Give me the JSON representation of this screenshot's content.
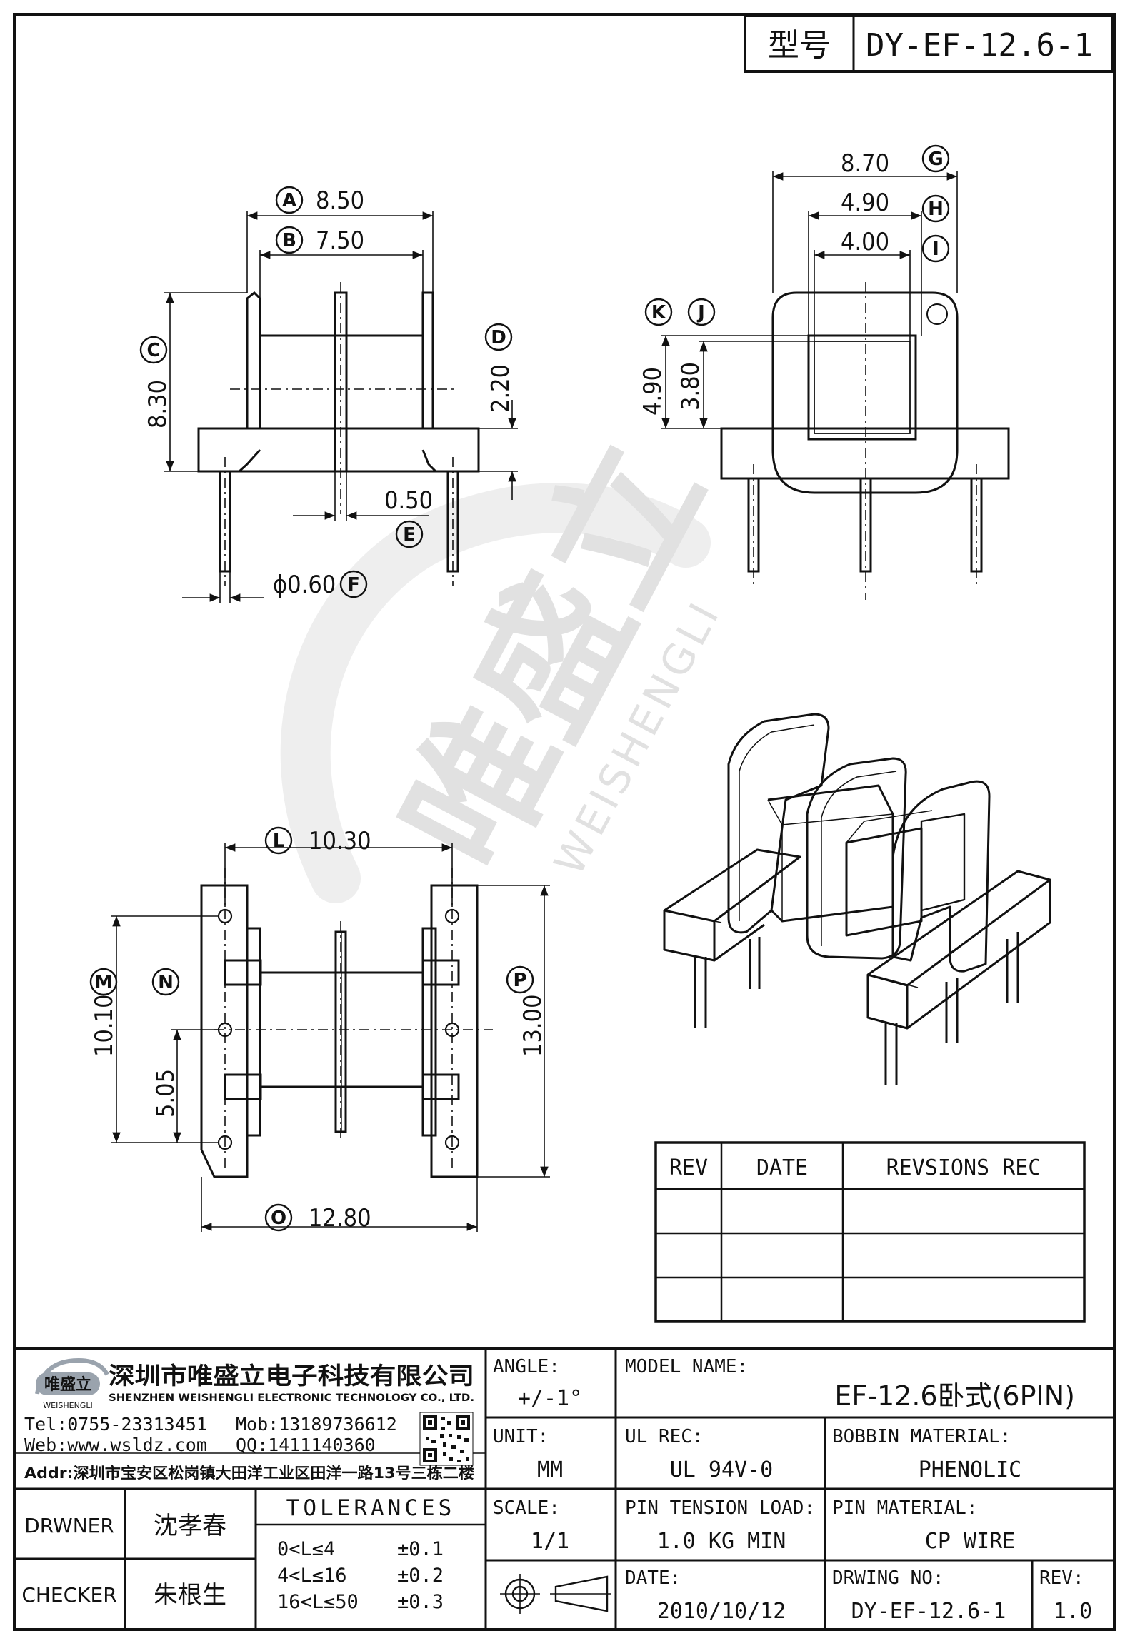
{
  "header": {
    "model_label": "型号",
    "model_value": "DY-EF-12.6-1"
  },
  "dimensions": {
    "A": {
      "balloon": "A",
      "value": "8.50"
    },
    "B": {
      "balloon": "B",
      "value": "7.50"
    },
    "C": {
      "balloon": "C",
      "value": "8.30"
    },
    "D": {
      "balloon": "D",
      "value": "2.20"
    },
    "E": {
      "balloon": "E",
      "value": "0.50"
    },
    "F": {
      "balloon": "F",
      "value": "ϕ0.60"
    },
    "G": {
      "balloon": "G",
      "value": "8.70"
    },
    "H": {
      "balloon": "H",
      "value": "4.90"
    },
    "I": {
      "balloon": "I",
      "value": "4.00"
    },
    "J": {
      "balloon": "J",
      "value": "3.80"
    },
    "K": {
      "balloon": "K",
      "value": "4.90"
    },
    "L": {
      "balloon": "L",
      "value": "10.30"
    },
    "M": {
      "balloon": "M",
      "value": "10.10"
    },
    "N": {
      "balloon": "N",
      "value": "5.05"
    },
    "O": {
      "balloon": "O",
      "value": "12.80"
    },
    "P": {
      "balloon": "P",
      "value": "13.00"
    }
  },
  "watermark": {
    "cn": "唯盛立",
    "en": "WEISHENGLI"
  },
  "revision_table": {
    "headers": [
      "REV",
      "DATE",
      "REVSIONS REC"
    ]
  },
  "company": {
    "logo_text": "唯盛立",
    "logo_sub": "WEISHENGLI",
    "name_cn": "深圳市唯盛立电子科技有限公司",
    "name_en": "SHENZHEN WEISHENGLI ELECTRONIC TECHNOLOGY CO., LTD.",
    "tel": "Tel:0755-23313451",
    "mob": "Mob:13189736612",
    "web": "Web:www.wsldz.com",
    "qq": "QQ:1411140360",
    "addr": "Addr:深圳市宝安区松岗镇大田洋工业区田洋一路13号三栋二楼"
  },
  "title_block": {
    "angle_label": "ANGLE:",
    "angle_value": "+/-1°",
    "model_name_label": "MODEL NAME:",
    "model_name_value": "EF-12.6卧式(6PIN)",
    "unit_label": "UNIT:",
    "unit_value": "MM",
    "ul_label": "UL REC:",
    "ul_value": "UL 94V-0",
    "bobbin_label": "BOBBIN MATERIAL:",
    "bobbin_value": "PHENOLIC",
    "scale_label": "SCALE:",
    "scale_value": "1/1",
    "pin_tension_label": "PIN TENSION LOAD:",
    "pin_tension_value": "1.0 KG MIN",
    "pin_material_label": "PIN MATERIAL:",
    "pin_material_value": "CP WIRE",
    "date_label": "DATE:",
    "date_value": "2010/10/12",
    "drawing_no_label": "DRWING NO:",
    "drawing_no_value": "DY-EF-12.6-1",
    "rev_label": "REV:",
    "rev_value": "1.0",
    "drawer_label": "DRWNER",
    "drawer_name": "沈孝春",
    "checker_label": "CHECKER",
    "checker_name": "朱根生",
    "tolerances_label": "TOLERANCES",
    "tolerances": [
      {
        "range": "0<L≤4",
        "tol": "±0.1"
      },
      {
        "range": "4<L≤16",
        "tol": "±0.2"
      },
      {
        "range": "16<L≤50",
        "tol": "±0.3"
      }
    ]
  }
}
